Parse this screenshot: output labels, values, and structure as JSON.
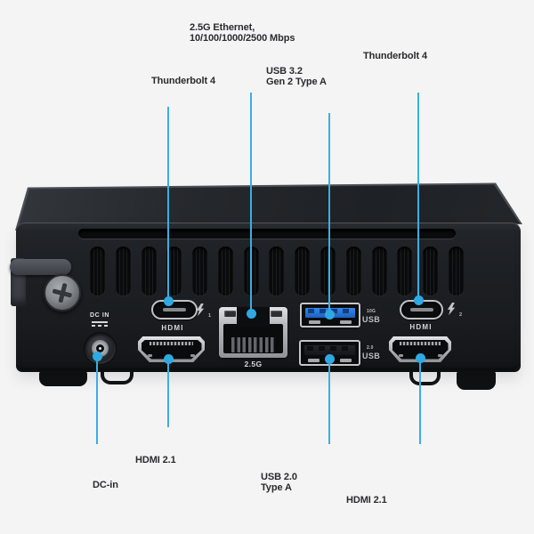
{
  "diagram_title": "Mini PC rear panel port diagram",
  "accent_color": "#2fa9e1",
  "background_color": "#f4f4f5",
  "callouts": {
    "thunderbolt_left": {
      "label": "Thunderbolt 4"
    },
    "ethernet": {
      "label_line1": "2.5G Ethernet,",
      "label_line2": "10/100/1000/2500 Mbps"
    },
    "usb32": {
      "label_line1": "USB 3.2",
      "label_line2": "Gen 2 Type A"
    },
    "thunderbolt_right": {
      "label": "Thunderbolt 4"
    },
    "dc_in": {
      "label": "DC-in"
    },
    "hdmi_left": {
      "label": "HDMI 2.1"
    },
    "usb20": {
      "label_line1": "USB 2.0",
      "label_line2": "Type A"
    },
    "hdmi_right": {
      "label": "HDMI 2.1"
    }
  },
  "device": {
    "port_labels": {
      "dc_in": "DC IN",
      "hdmi_left": "HDMI",
      "hdmi_right": "HDMI",
      "ethernet_speed": "2.5G",
      "usb32_speed": "10G",
      "usb32_name": "USB",
      "usb20_speed": "2.0",
      "usb20_name": "USB",
      "thunderbolt_left_number": "1",
      "thunderbolt_right_number": "2"
    }
  }
}
